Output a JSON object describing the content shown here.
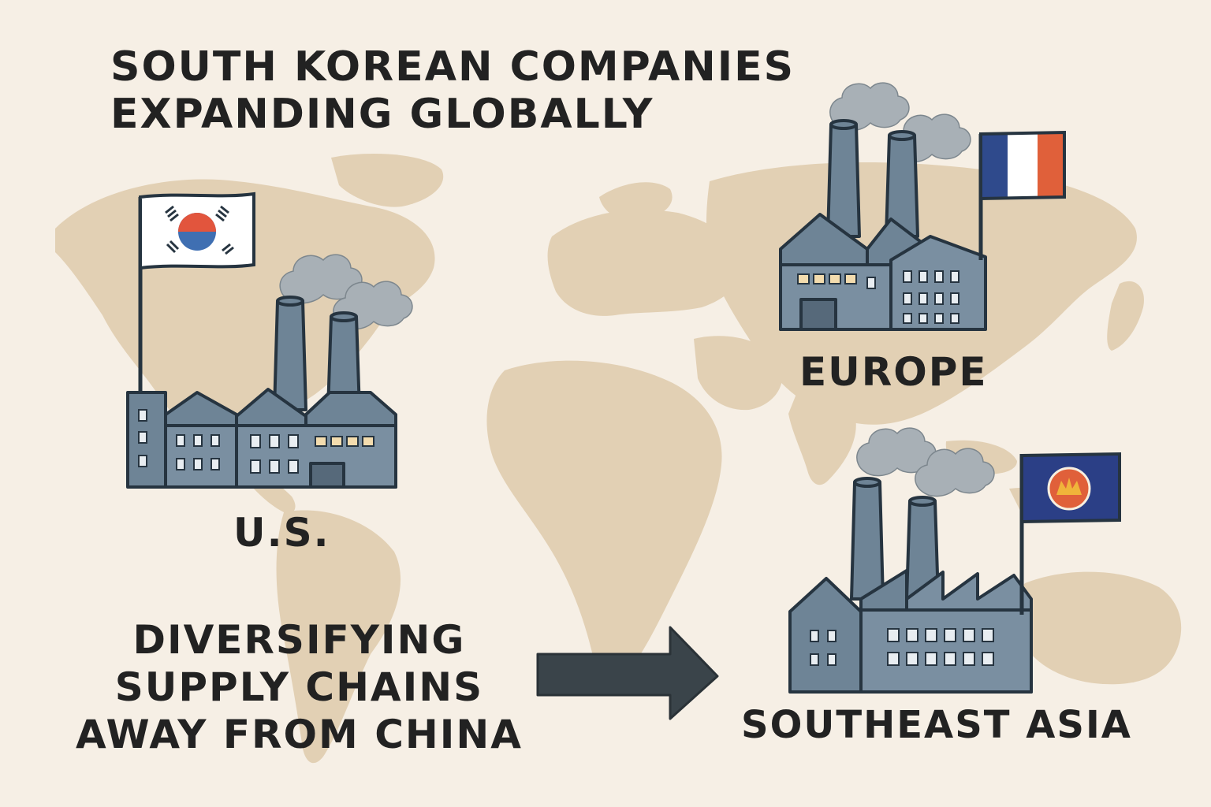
{
  "title": {
    "line1": "SOUTH KOREAN COMPANIES",
    "line2": "EXPANDING GLOBALLY"
  },
  "regions": {
    "us": "U.S.",
    "europe": "EUROPE",
    "southeast_asia": "SOUTHEAST ASIA"
  },
  "note": {
    "line1": "DIVERSIFYING",
    "line2": "SUPPLY CHAINS",
    "line3": "AWAY FROM CHINA"
  },
  "colors": {
    "background": "#f6efe5",
    "map_land": "#e2d0b4",
    "factory_body": "#6e8496",
    "factory_dark": "#56697a",
    "outline": "#263440",
    "smoke": "#a8b0b6",
    "arrow": "#3a444a",
    "korea_red": "#e2553d",
    "korea_blue": "#3f6fb2",
    "france_blue": "#2f4a8c",
    "france_red": "#e0603a",
    "asean_blue": "#2b3f86",
    "asean_emblem": "#f0b43a"
  },
  "icons": {
    "us_flag": "south-korea-flag",
    "europe_flag": "france-flag",
    "sea_flag": "asean-flag",
    "factory": "factory-icon",
    "direction": "arrow-right-icon"
  }
}
